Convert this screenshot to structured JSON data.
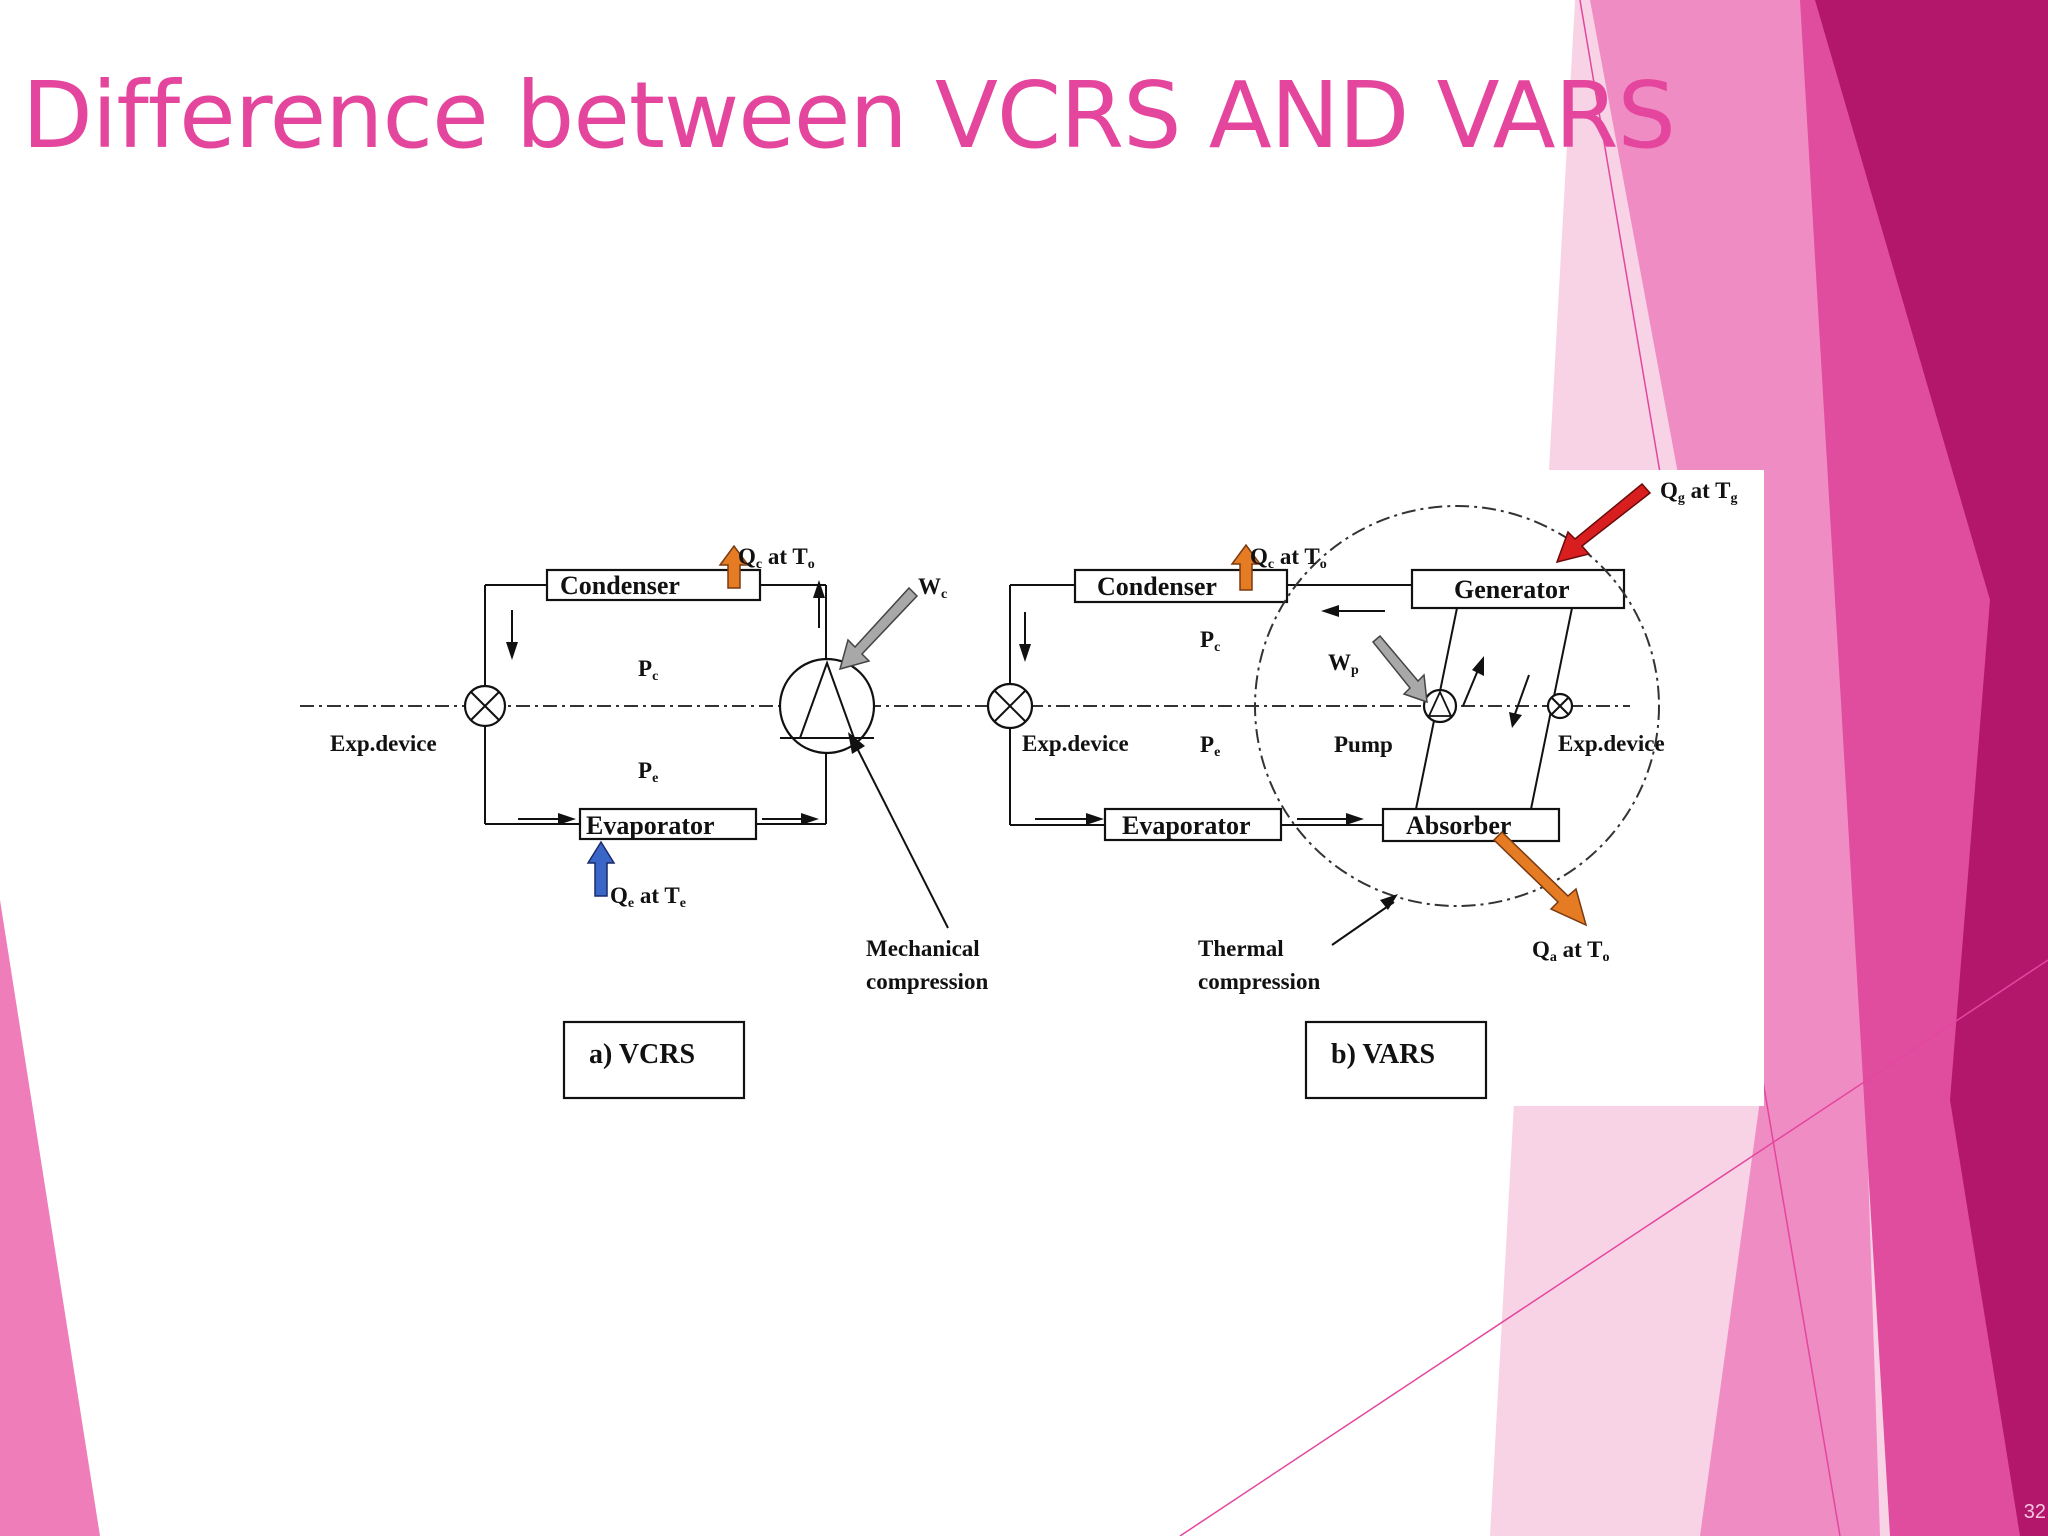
{
  "slide": {
    "title": "Difference between VCRS AND VARS",
    "page_number": "32"
  },
  "theme": {
    "accent": "#e4469e",
    "band_dark": "#b3176c",
    "band_mid": "#e04d9f",
    "band_light": "#f08cc4",
    "band_pale": "#f8cde3"
  },
  "diagram": {
    "vcrs": {
      "condenser": "Condenser",
      "evaporator": "Evaporator",
      "exp_device": "Exp.device",
      "qc": "Q",
      "qc_sub": "c",
      "qc_mid": " at T",
      "qc_sub2": "o",
      "qe": "Q",
      "qe_sub": "e",
      "qe_mid": " at T",
      "qe_sub2": "e",
      "pc": "P",
      "pc_sub": "c",
      "pe": "P",
      "pe_sub": "e",
      "wc": "W",
      "wc_sub": "c",
      "mech_1": "Mechanical",
      "mech_2": "compression",
      "caption": "a) VCRS"
    },
    "vars": {
      "condenser": "Condenser",
      "evaporator": "Evaporator",
      "generator": "Generator",
      "absorber": "Absorber",
      "exp_device_left": "Exp.device",
      "exp_device_right": "Exp.device",
      "pump": "Pump",
      "qc": "Q",
      "qc_sub": "c",
      "qc_mid": " at T",
      "qc_sub2": "o",
      "qg": "Q",
      "qg_sub": "g",
      "qg_mid": " at T",
      "qg_sub2": "g",
      "qa": "Q",
      "qa_sub": "a",
      "qa_mid": " at T",
      "qa_sub2": "o",
      "pc": "P",
      "pc_sub": "c",
      "pe": "P",
      "pe_sub": "e",
      "wp": "W",
      "wp_sub": "p",
      "thermal_1": "Thermal",
      "thermal_2": "compression",
      "caption": "b) VARS"
    }
  }
}
